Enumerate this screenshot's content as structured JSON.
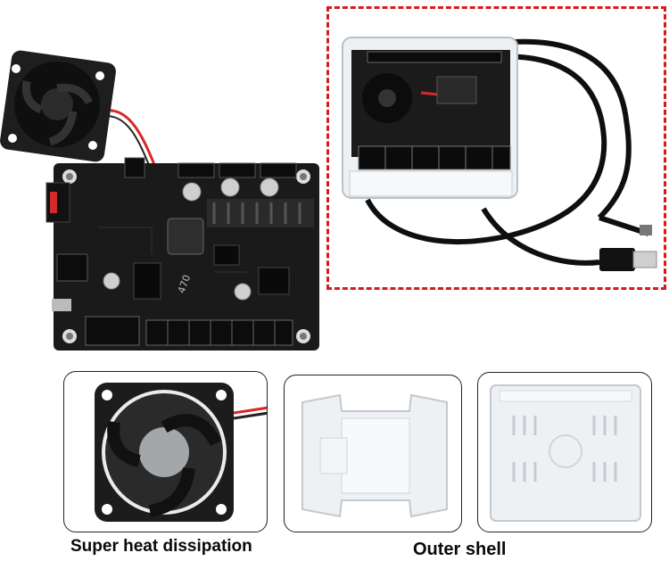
{
  "board": {
    "inductor_marking": "470"
  },
  "captions": {
    "fan": "Super heat dissipation",
    "shell": "Outer shell"
  },
  "colors": {
    "highlight_frame": "#d51b1b",
    "pcb": "#1a1a1a",
    "fan_wire_red": "#d42a2a"
  },
  "icons": [
    "cooling-fan-icon",
    "control-board-icon",
    "acrylic-case-icon",
    "usb-cable-icon"
  ]
}
